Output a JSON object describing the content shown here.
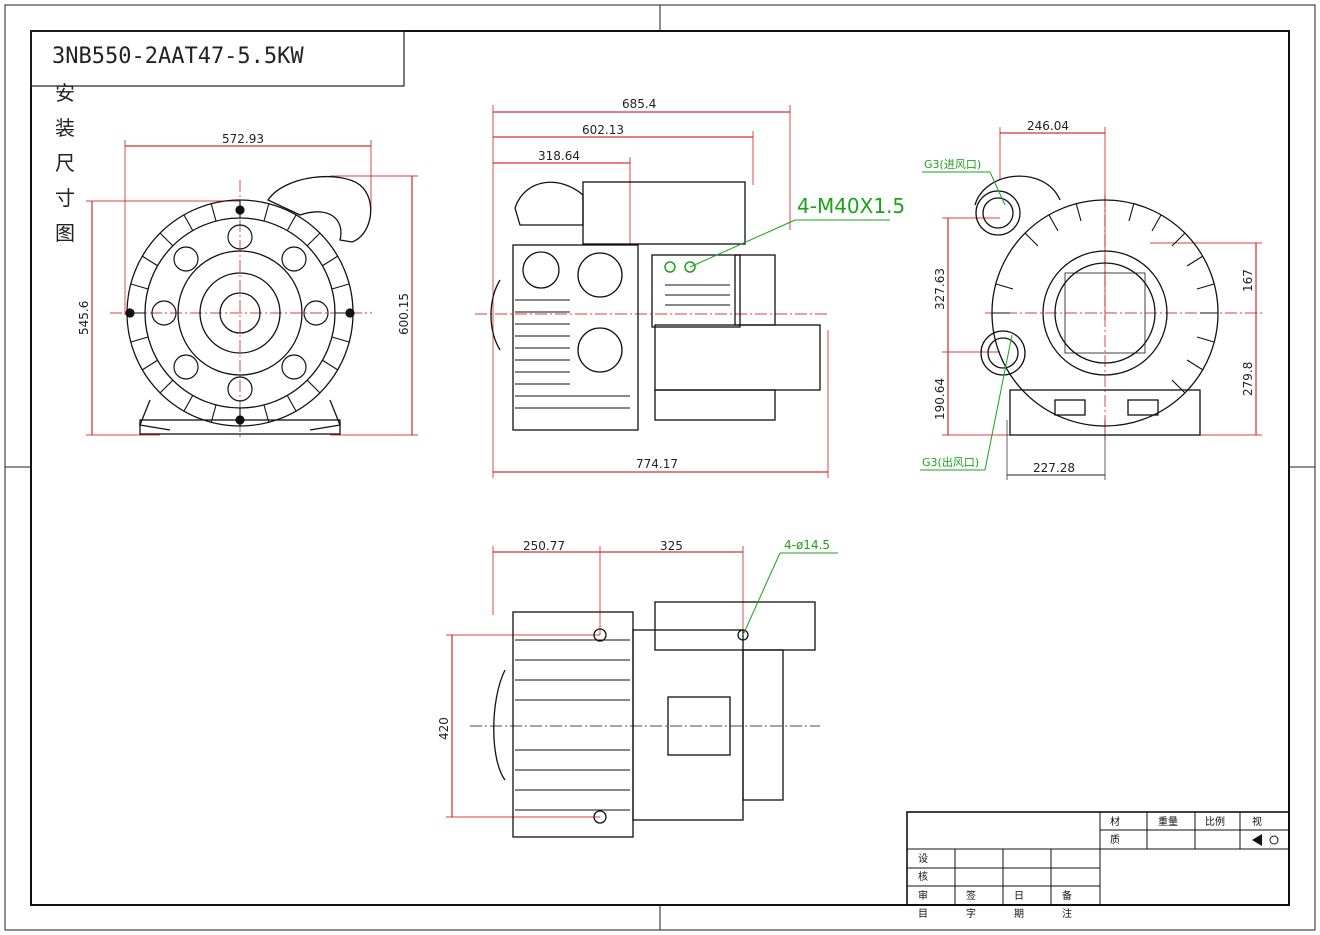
{
  "drawing_title": "3NB550-2AAT47-5.5KW",
  "vertical_caption": [
    "安",
    "装",
    "尺",
    "寸",
    "图"
  ],
  "front_view": {
    "width_label": "572.93",
    "left_height_label": "545.6",
    "right_height_label": "600.15"
  },
  "side_view": {
    "dim_top_1": "685.4",
    "dim_top_2": "602.13",
    "dim_top_3": "318.64",
    "dim_bottom": "774.17",
    "thread_callout": "4-M40X1.5"
  },
  "rear_view": {
    "top_width": "246.04",
    "inlet_label": "G3(进风口)",
    "outlet_label": "G3(出风口)",
    "left_upper": "327.63",
    "left_lower": "190.64",
    "right_upper": "167",
    "right_lower": "279.8",
    "bottom_width": "227.28"
  },
  "plan_view": {
    "dim_left": "250.77",
    "dim_right": "325",
    "hole_callout": "4-ø14.5",
    "height_label": "420"
  },
  "title_block": {
    "material_1": "材",
    "material_2": "质",
    "weight": "重量",
    "scale": "比例",
    "view": "视",
    "row_design": "设",
    "row_check": "核",
    "row_audit": "审",
    "col_sign": "签",
    "col_date": "日",
    "col_note": "备",
    "bottom": [
      "目",
      "字",
      "期",
      "注"
    ]
  }
}
